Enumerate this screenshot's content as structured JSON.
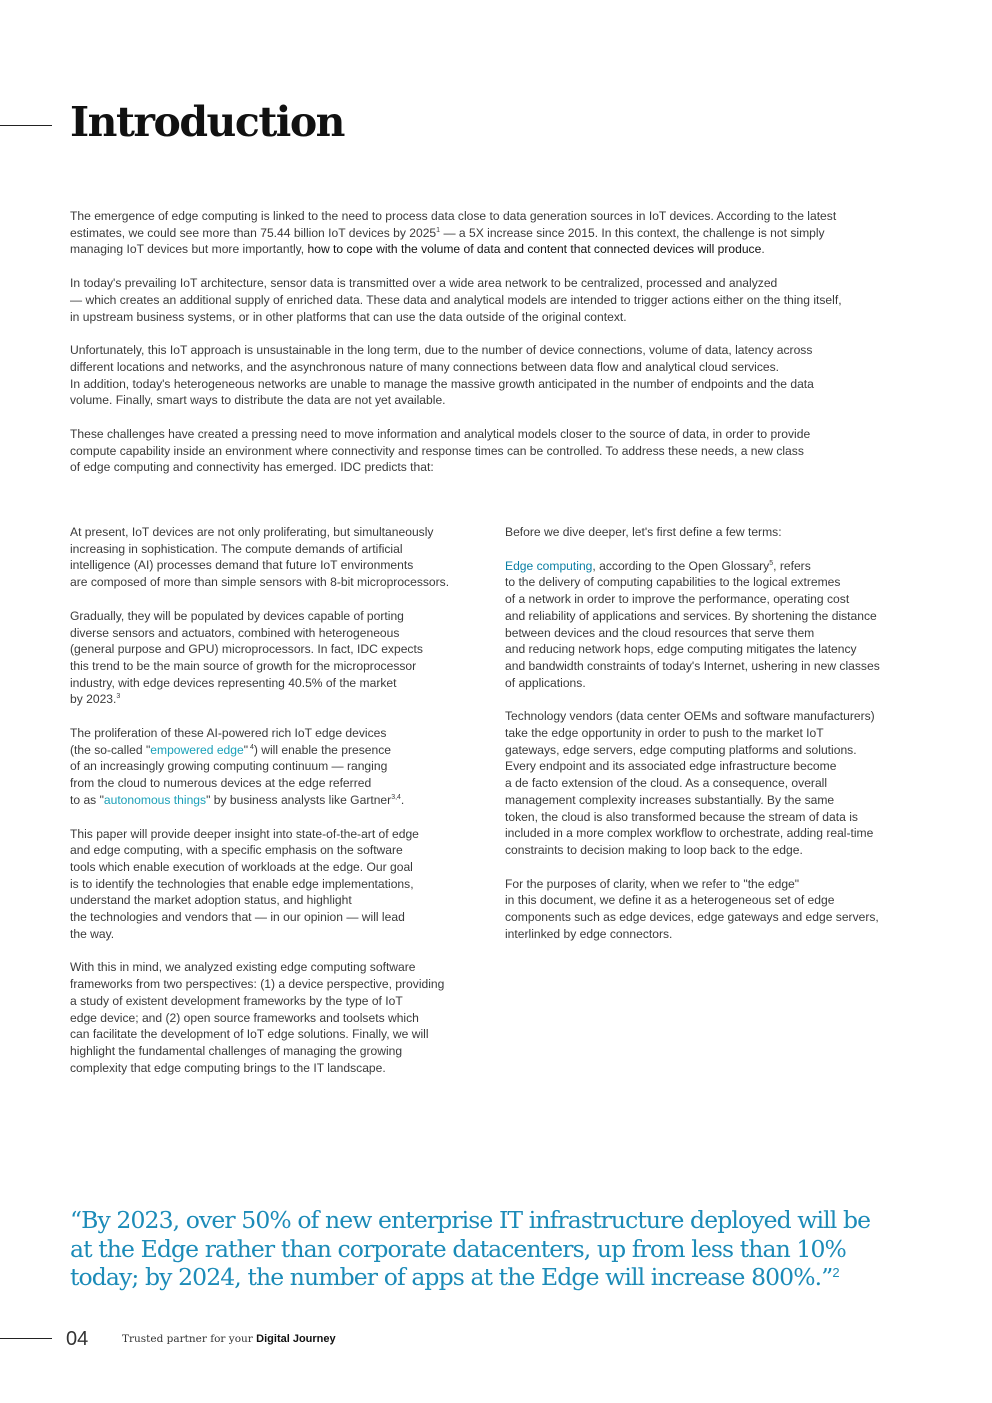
{
  "title": "Introduction",
  "intro": [
    {
      "lines": [
        "The emergence of edge computing is linked to the need to process data close to data generation sources in IoT devices. According to the latest",
        "estimates, we could see more than 75.44 billion IoT devices by 2025",
        "managing IoT devices but more importantly, "
      ],
      "sup1": "1",
      "after_sup1": " — a 5X increase since 2015. In this context, the challenge is not simply",
      "highlight": "how to cope with the volume of data and content that connected devices will produce",
      "end": "."
    },
    {
      "lines": [
        "In today's prevailing IoT architecture, sensor data is transmitted over a wide area network to be centralized, processed and analyzed",
        "— which creates an additional supply of enriched data. These data and analytical models are intended to trigger actions either on the thing itself,",
        "in upstream business systems, or in other platforms that can use the data outside of the original context."
      ]
    },
    {
      "lines": [
        "Unfortunately, this IoT approach is unsustainable in the long term, due to the number of device connections, volume of data, latency across",
        "different locations and networks, and the asynchronous nature of many connections between data flow and analytical cloud services.",
        "In addition, today's heterogeneous networks are unable to manage the massive growth anticipated in the number of endpoints and the data",
        "volume. Finally, smart ways to distribute the data are not yet available."
      ]
    },
    {
      "lines": [
        "These challenges have created a pressing need to move information and analytical models closer to the source of data, in order to provide",
        "compute capability inside an environment where connectivity and response times can be controlled. To address these needs, a new class",
        "of edge computing and connectivity has emerged. IDC predicts that:"
      ]
    }
  ],
  "left": {
    "p1": [
      "At present, IoT devices are not only proliferating, but simultaneously",
      "increasing in sophistication. The compute demands of artificial",
      "intelligence (AI) processes demand that future IoT environments",
      "are composed of more than simple sensors with 8-bit microprocessors."
    ],
    "p2": [
      "Gradually, they will be populated by devices capable of porting",
      "diverse sensors and actuators, combined with heterogeneous",
      "(general purpose and GPU) microprocessors. In fact, IDC expects",
      "this trend to be the main source of growth for the microprocessor",
      "industry, with edge devices representing 40.5% of the market",
      "by 2023."
    ],
    "p2_sup": "3",
    "p3_l1": "The proliferation of these AI-powered rich IoT edge devices",
    "p3_l2_a": "(the so-called \"",
    "p3_link1": "empowered edge",
    "p3_l2_b": "\"",
    "p3_l2_sup": " 4",
    "p3_l2_c": ") will enable the presence",
    "p3_l3": "of an increasingly growing computing continuum — ranging",
    "p3_l4": "from the cloud to numerous devices at the edge referred",
    "p3_l5_a": "to as \"",
    "p3_link2": "autonomous things",
    "p3_l5_b": "\" by business analysts like Gartner",
    "p3_l5_sup": "3,4",
    "p3_l5_c": ".",
    "p4": [
      "This paper will provide deeper insight into state-of-the-art of edge",
      "and edge computing, with a specific emphasis on the software",
      "tools which enable execution of workloads at the edge. Our goal",
      "is to identify the technologies that enable edge implementations,",
      "understand the market adoption status, and highlight",
      "the technologies and vendors that — in our opinion — will lead",
      "the way."
    ],
    "p5": [
      "With this in mind, we analyzed existing edge computing software",
      "frameworks from two perspectives: (1) a device perspective, providing",
      "a study of existent development frameworks by the type of IoT",
      "edge device; and (2) open source frameworks and toolsets which",
      "can facilitate the development of IoT edge solutions. Finally, we will",
      "highlight the fundamental challenges of managing the growing",
      "complexity that edge computing brings to the IT landscape."
    ]
  },
  "right": {
    "p1": "Before we dive deeper, let's first define a few terms:",
    "p2_link": "Edge computing",
    "p2_l1_b": ", according to the Open Glossary",
    "p2_sup": "5",
    "p2_l1_c": ", refers",
    "p2_rest": [
      "to the delivery of computing capabilities to the logical extremes",
      "of a network in order to improve the performance, operating cost",
      "and reliability of applications and services. By shortening the distance",
      "between devices and the cloud resources that serve them",
      "and reducing network hops, edge computing mitigates the latency",
      "and bandwidth constraints of today's Internet, ushering in new classes",
      "of applications."
    ],
    "p3": [
      "Technology vendors (data center OEMs and software manufacturers)",
      "take the edge opportunity in order to push to the market IoT",
      "gateways, edge servers, edge computing platforms and solutions.",
      "Every endpoint and its associated edge infrastructure become",
      "a de facto extension of the cloud. As a consequence, overall",
      "management complexity increases substantially. By the same",
      "token, the cloud is also transformed because the stream of data is",
      "included in a more complex workflow to orchestrate, adding real-time",
      "constraints to decision making to loop back to the edge."
    ],
    "p4": [
      "For the purposes of clarity, when we refer to \"the edge\"",
      "in this document, we define it as a heterogeneous set of edge",
      "components such as edge devices, edge gateways and edge servers,",
      "interlinked by edge connectors."
    ]
  },
  "quote": {
    "lines": [
      "“By 2023, over 50% of new enterprise IT infrastructure deployed will be",
      "at the Edge rather than corporate datacenters, up from less than 10%",
      "today; by 2024, the number of apps at the Edge will increase 800%.”"
    ],
    "sup": "2"
  },
  "footer": {
    "page": "04",
    "text_prefix": "Trusted partner for your ",
    "text_bold": "Digital Journey"
  },
  "colors": {
    "text": "#3a3a3a",
    "link": "#1aa0b8",
    "quote": "#1b8bb8"
  }
}
